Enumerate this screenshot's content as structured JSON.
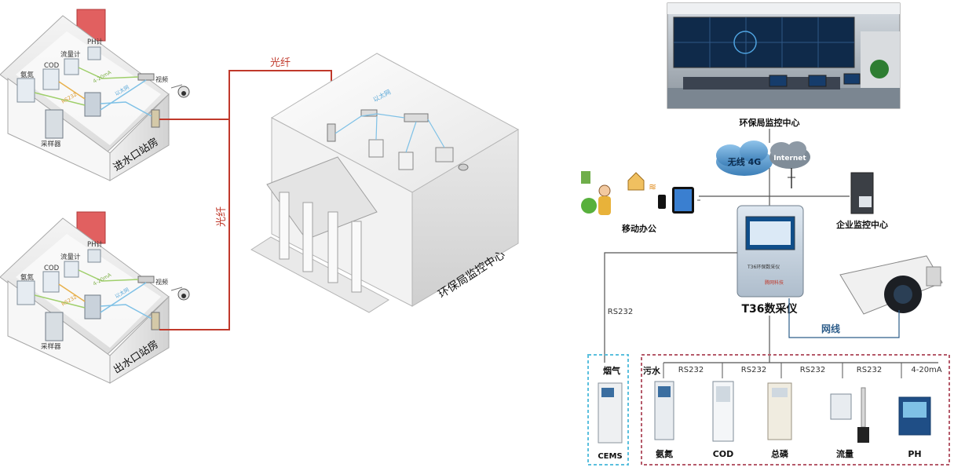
{
  "left_panel": {
    "fiber_label_top": "光纤",
    "fiber_label_side": "光纤",
    "center_label": "环保局监控中心",
    "station_inlet": {
      "name": "进水口站房",
      "instruments": [
        "氨氮",
        "COD",
        "流量计",
        "PH计",
        "采样器"
      ],
      "camera_label": "视频",
      "signal_labels": [
        "4-20mA",
        "RS232",
        "以太网"
      ]
    },
    "station_outlet": {
      "name": "出水口站房",
      "instruments": [
        "氨氮",
        "COD",
        "流量计",
        "PH计",
        "采样器"
      ],
      "camera_label": "视频",
      "signal_labels": [
        "4-20mA",
        "RS232",
        "以太网"
      ]
    },
    "center_ethernet_label": "以太网"
  },
  "right_panel": {
    "monitor_center": "环保局监控中心",
    "cloud_4g": "无线 4G",
    "cloud_internet": "Internet",
    "mobile_office": "移动办公",
    "enterprise_center": "企业监控中心",
    "device_name": "T36数采仪",
    "device_screen_label": "T36环保数采仪",
    "device_brand": "腾网科技",
    "network_cable": "网线",
    "rs232_left": "RS232",
    "flue_gas_label": "烟气",
    "flue_gas_device": "CEMS",
    "wastewater_label": "污水",
    "bus_labels": [
      "RS232",
      "RS232",
      "RS232",
      "RS232",
      "4-20mA"
    ],
    "instruments": [
      "氨氮",
      "COD",
      "总磷",
      "流量",
      "PH"
    ]
  },
  "colors": {
    "fiber_red": "#c0392b",
    "house_outline": "#a7a7a7",
    "chimney": "#d9534f",
    "ethernet_blue": "#7fc1e6",
    "signal_green": "#9fcf6b",
    "cems_box": "#5bc0de",
    "wastewater_box": "#b55a6a",
    "cloud_blue": "#3d7fb8"
  }
}
